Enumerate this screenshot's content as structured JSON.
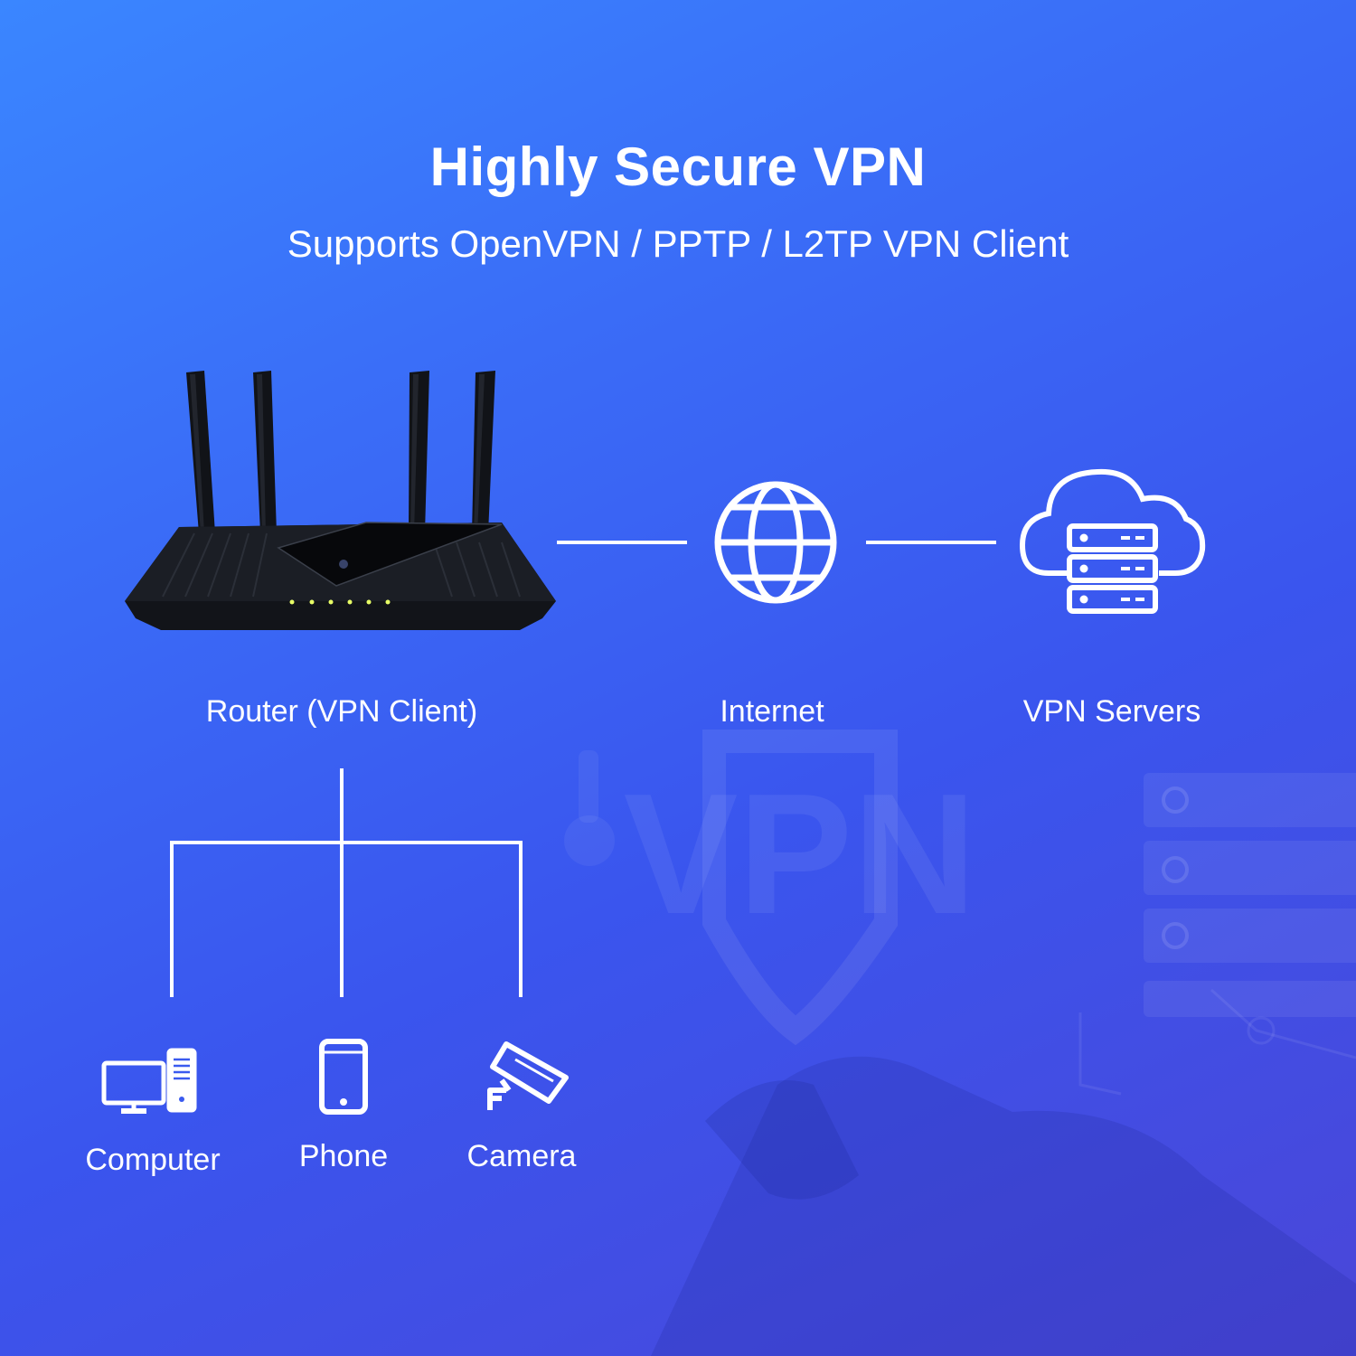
{
  "header": {
    "title": "Highly Secure VPN",
    "subtitle": "Supports OpenVPN / PPTP / L2TP VPN Client"
  },
  "nodes": {
    "router": {
      "label": "Router (VPN Client)",
      "icon": "router-image"
    },
    "internet": {
      "label": "Internet",
      "icon": "globe-icon"
    },
    "vpn_servers": {
      "label": "VPN Servers",
      "icon": "cloud-server-icon"
    }
  },
  "devices": [
    {
      "label": "Computer",
      "icon": "computer-icon"
    },
    {
      "label": "Phone",
      "icon": "phone-icon"
    },
    {
      "label": "Camera",
      "icon": "camera-icon"
    }
  ],
  "background": {
    "watermark_text": "VPN",
    "colors": {
      "top": "#3a86ff",
      "bottom": "#4a46d8",
      "line": "#ffffff"
    }
  }
}
